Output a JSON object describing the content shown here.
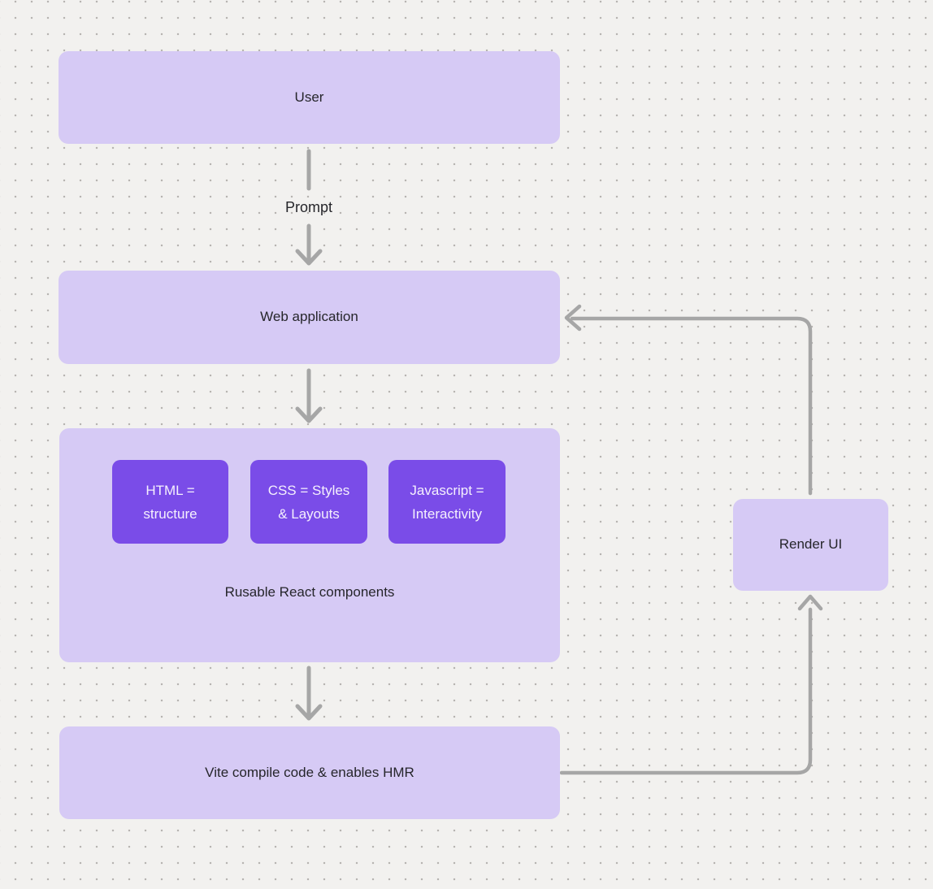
{
  "canvas": {
    "background_color": "#f2f1ef",
    "dot_color": "#b7b4b1",
    "node_fill_color": "#d6caf5",
    "chip_fill_color": "#7a4ce8",
    "chip_text_color": "#f5f0fd",
    "text_color": "#26262b",
    "arrow_color": "#a6a6a6"
  },
  "nodes": {
    "user": {
      "label": "User"
    },
    "web_application": {
      "label": "Web application"
    },
    "components_group": {
      "caption": "Rusable React components",
      "children": [
        {
          "name": "html",
          "lines": [
            "HTML =",
            "structure"
          ]
        },
        {
          "name": "css",
          "lines": [
            "CSS = Styles",
            "& Layouts"
          ]
        },
        {
          "name": "javascript",
          "lines": [
            "Javascript =",
            "Interactivity"
          ]
        }
      ]
    },
    "vite": {
      "label": "Vite compile code & enables HMR"
    },
    "render_ui": {
      "label": "Render UI"
    }
  },
  "edges": {
    "prompt_label": "Prompt"
  }
}
